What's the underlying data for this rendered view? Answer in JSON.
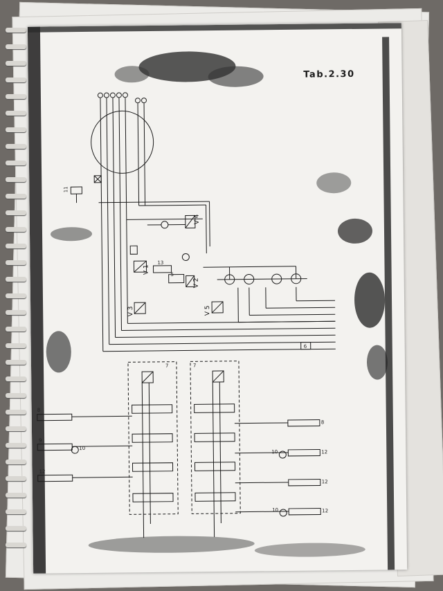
{
  "sheet": {
    "title": "Tab.2.30"
  },
  "valve_labels": [
    "V 4",
    "V 2",
    "V 1",
    "V 3",
    "V 5"
  ],
  "part_numbers": [
    "11",
    "13",
    "5",
    "7",
    "7",
    "6",
    "8",
    "8",
    "9",
    "10",
    "10",
    "10",
    "12",
    "12",
    "12",
    "12"
  ]
}
